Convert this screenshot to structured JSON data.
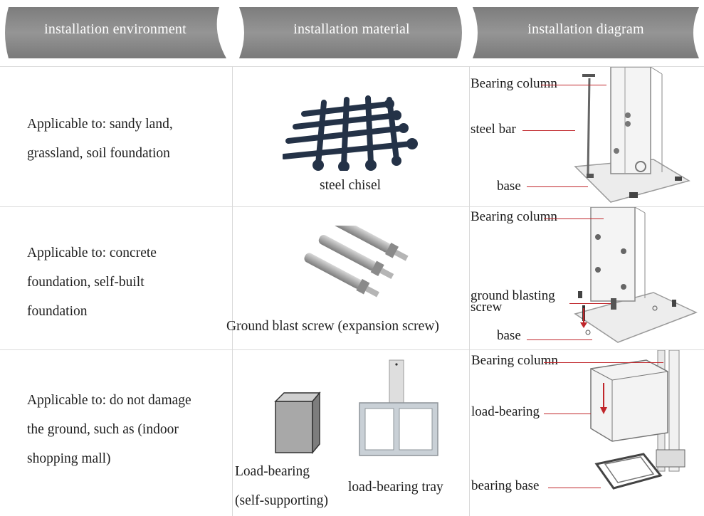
{
  "header": {
    "environment": "installation environment",
    "material": "installation material",
    "diagram": "installation diagram"
  },
  "rows": [
    {
      "environment": [
        "Applicable to: sandy land,",
        "grassland, soil foundation"
      ],
      "material_label": "steel chisel",
      "diagram_labels": {
        "column": "Bearing column",
        "bar": "steel bar",
        "base": "base"
      }
    },
    {
      "environment": [
        "Applicable to: concrete",
        "foundation, self-built",
        "foundation"
      ],
      "material_label": "Ground blast screw (expansion screw)",
      "diagram_labels": {
        "column": "Bearing column",
        "screw_1": "ground blasting",
        "screw_2": "screw",
        "base": "base"
      }
    },
    {
      "environment": [
        "Applicable to: do not damage",
        "the ground, such as (indoor",
        "shopping mall)"
      ],
      "material_label_1a": "Load-bearing",
      "material_label_1b": "(self-supporting)",
      "material_label_2": "load-bearing tray",
      "diagram_labels": {
        "column": "Bearing column",
        "load": "load-bearing",
        "base": "bearing base"
      }
    }
  ],
  "colors": {
    "banner": "#8a8a8a",
    "accent_line": "#c0262b"
  }
}
